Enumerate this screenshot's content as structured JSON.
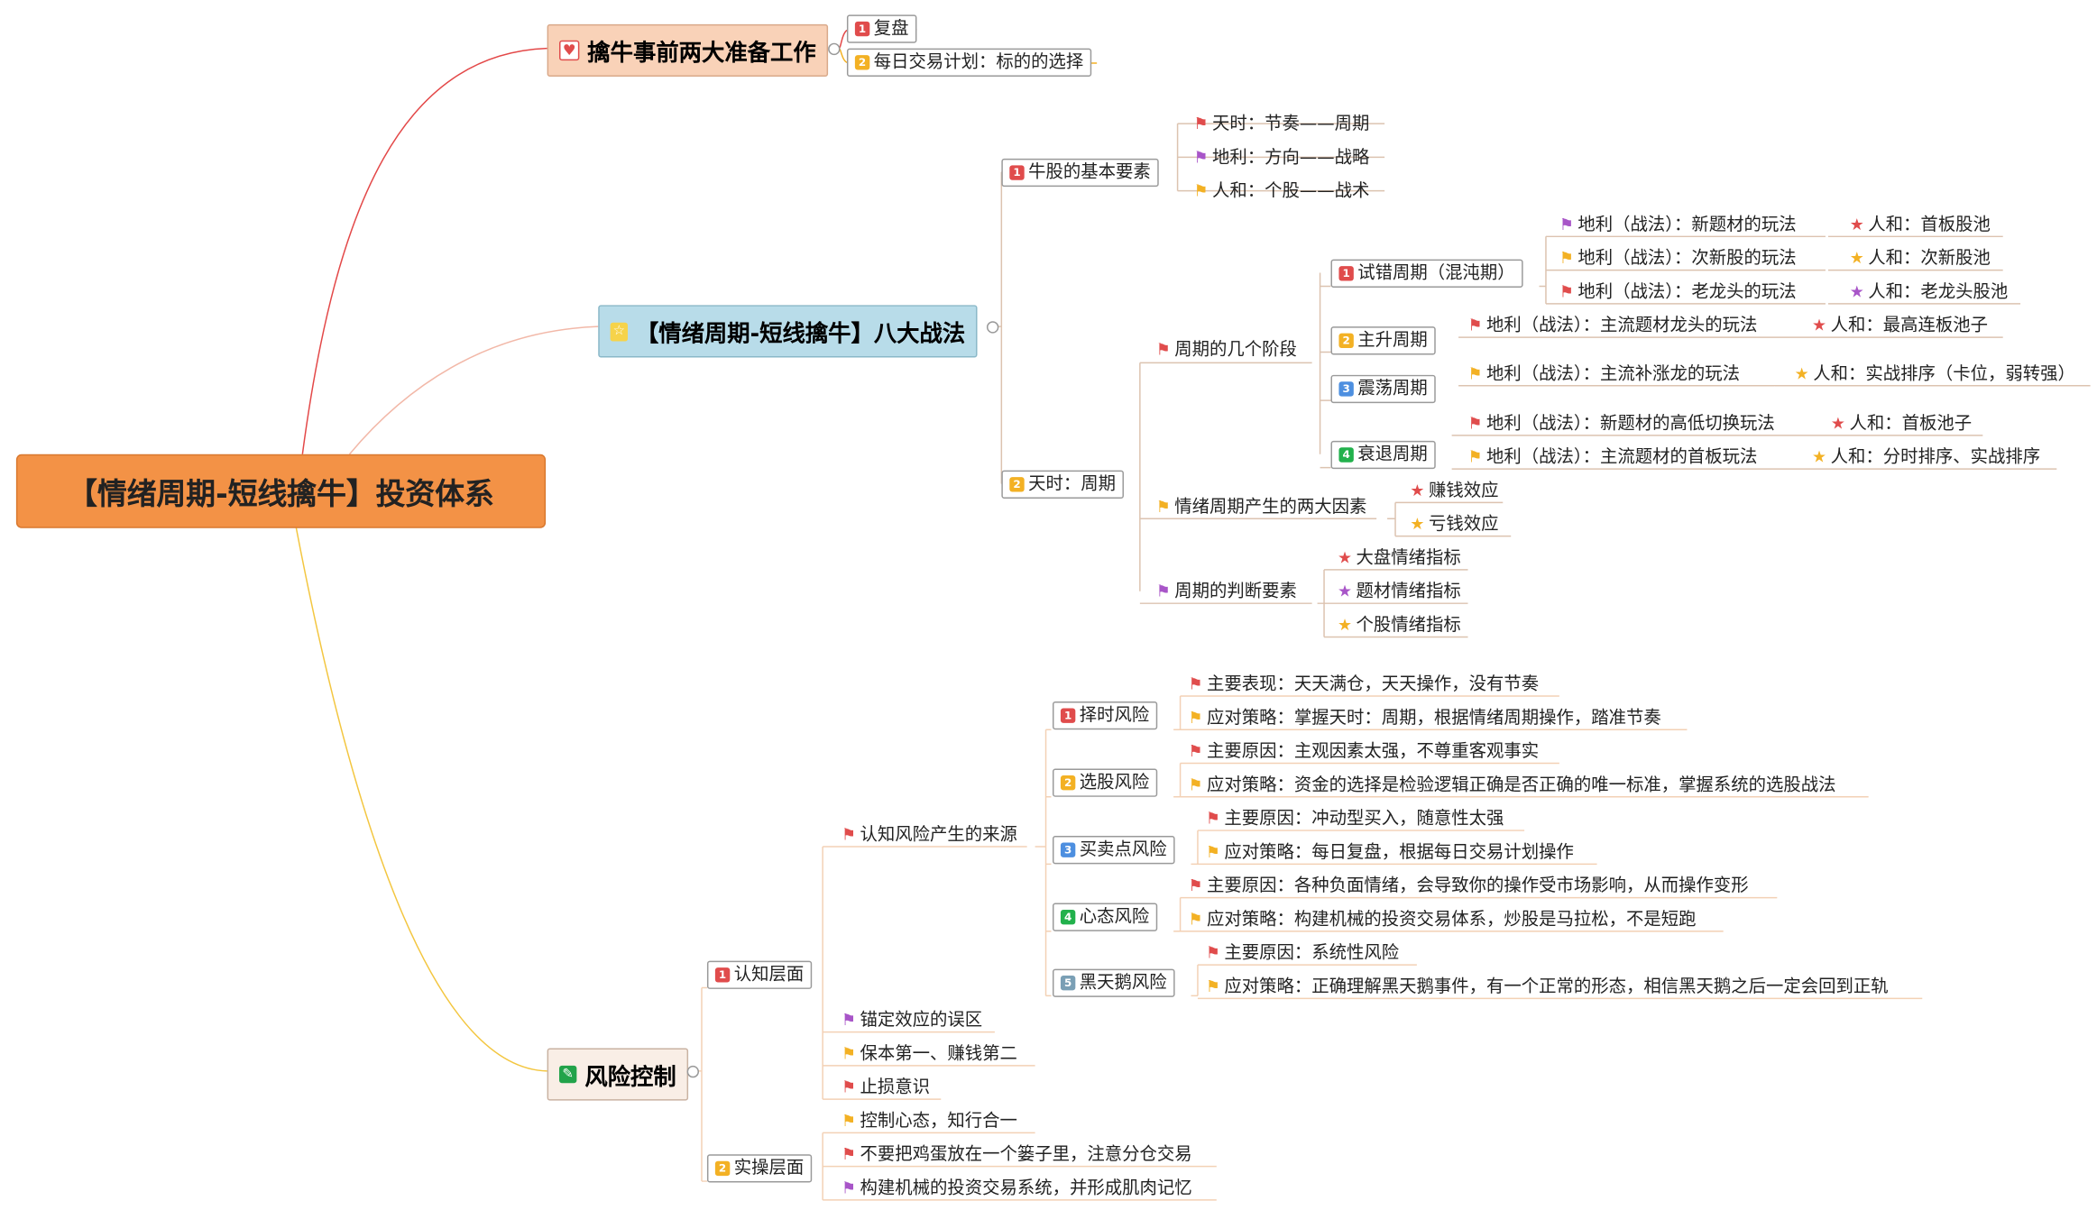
{
  "colors": {
    "root_fill": "#f39246",
    "branch1_fill": "#f9d2b8",
    "branch2_fill": "#b8dce9",
    "branch3_fill": "#f9eee6",
    "red": "#e04c4c",
    "orange": "#f3b124",
    "blue": "#4d8fe0",
    "green": "#22b14c",
    "slate": "#7a9fb5",
    "purple": "#a855c8"
  },
  "root": {
    "label": "【情绪周期-短线擒牛】投资体系"
  },
  "branch1": {
    "label": "擒牛事前两大准备工作",
    "icon": "heart-icon",
    "items": [
      {
        "label": "复盘",
        "badge": "1"
      },
      {
        "label": "每日交易计划：标的的选择",
        "badge": "2"
      }
    ]
  },
  "branch2": {
    "label": "【情绪周期-短线擒牛】八大战法",
    "icon": "medal-icon",
    "basics": {
      "label": "牛股的基本要素",
      "badge": "1",
      "items": [
        "天时：节奏——周期",
        "地利：方向——战略",
        "人和：个股——战术"
      ]
    },
    "tianshi": {
      "label": "天时：周期",
      "badge": "2",
      "stages": {
        "label": "周期的几个阶段",
        "items": [
          {
            "label": "试错周期（混沌期）",
            "badge": "1",
            "rows": [
              {
                "a": "地利（战法）：新题材的玩法",
                "b": "人和：首板股池"
              },
              {
                "a": "地利（战法）：次新股的玩法",
                "b": "人和：次新股池"
              },
              {
                "a": "地利（战法）：老龙头的玩法",
                "b": "人和：老龙头股池"
              }
            ]
          },
          {
            "label": "主升周期",
            "badge": "2",
            "rows": [
              {
                "a": "地利（战法）：主流题材龙头的玩法",
                "b": "人和：最高连板池子"
              }
            ]
          },
          {
            "label": "震荡周期",
            "badge": "3",
            "rows": [
              {
                "a": "地利（战法）：主流补涨龙的玩法",
                "b": "人和：实战排序（卡位，弱转强）"
              }
            ]
          },
          {
            "label": "衰退周期",
            "badge": "4",
            "rows": [
              {
                "a": "地利（战法）：新题材的高低切换玩法",
                "b": "人和：首板池子"
              },
              {
                "a": "地利（战法）：主流题材的首板玩法",
                "b": "人和：分时排序、实战排序"
              }
            ]
          }
        ]
      },
      "factors": {
        "label": "情绪周期产生的两大因素",
        "items": [
          "赚钱效应",
          "亏钱效应"
        ]
      },
      "judge": {
        "label": "周期的判断要素",
        "items": [
          "大盘情绪指标",
          "题材情绪指标",
          "个股情绪指标"
        ]
      }
    }
  },
  "branch3": {
    "label": "风险控制",
    "icon": "pen-icon",
    "cognitive": {
      "label": "认知层面",
      "badge": "1",
      "source": {
        "label": "认知风险产生的来源",
        "risks": [
          {
            "label": "择时风险",
            "badge": "1",
            "items": [
              "主要表现：天天满仓，天天操作，没有节奏",
              "应对策略：掌握天时：周期，根据情绪周期操作，踏准节奏"
            ]
          },
          {
            "label": "选股风险",
            "badge": "2",
            "items": [
              "主要原因：主观因素太强，不尊重客观事实",
              "应对策略：资金的选择是检验逻辑正确是否正确的唯一标准，掌握系统的选股战法"
            ]
          },
          {
            "label": "买卖点风险",
            "badge": "3",
            "items": [
              "主要原因：冲动型买入，随意性太强",
              "应对策略：每日复盘，根据每日交易计划操作"
            ]
          },
          {
            "label": "心态风险",
            "badge": "4",
            "items": [
              "主要原因：各种负面情绪，会导致你的操作受市场影响，从而操作变形",
              "应对策略：构建机械的投资交易体系，炒股是马拉松，不是短跑"
            ]
          },
          {
            "label": "黑天鹅风险",
            "badge": "5",
            "items": [
              "主要原因：系统性风险",
              "应对策略：正确理解黑天鹅事件，有一个正常的形态，相信黑天鹅之后一定会回到正轨"
            ]
          }
        ]
      },
      "others": [
        "锚定效应的误区",
        "保本第一、赚钱第二",
        "止损意识"
      ]
    },
    "practical": {
      "label": "实操层面",
      "badge": "2",
      "items": [
        "控制心态，知行合一",
        "不要把鸡蛋放在一个篓子里，注意分仓交易",
        "构建机械的投资交易系统，并形成肌肉记忆"
      ]
    }
  }
}
